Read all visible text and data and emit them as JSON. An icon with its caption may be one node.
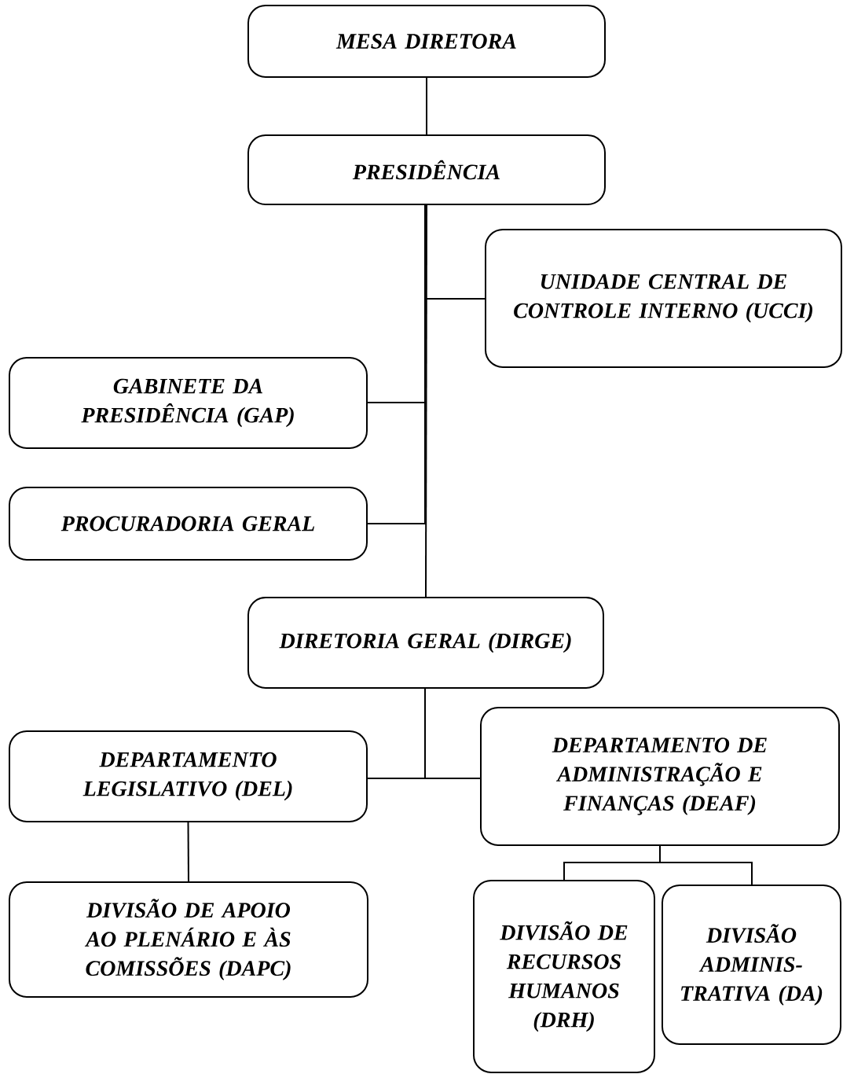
{
  "diagram": {
    "nodes": [
      {
        "text": [
          "MESA DIRETORA"
        ]
      },
      {
        "text": [
          "PRESIDÊNCIA"
        ]
      },
      {
        "text": [
          "UNIDADE CENTRAL DE CONTROLE INTERNO (UCCI)"
        ]
      },
      {
        "text": [
          "GABINETE DA PRESIDÊNCIA (GAP)"
        ]
      },
      {
        "text": [
          "PROCURADORIA GERAL"
        ]
      },
      {
        "text": [
          "DIRETORIA GERAL (DIRGE)"
        ]
      },
      {
        "text": [
          "DEPARTAMENTO LEGISLATIVO (DEL)"
        ]
      },
      {
        "text": [
          "DEPARTAMENTO DE ADMINISTRAÇÃO E FINANÇAS (DEAF)"
        ]
      },
      {
        "text": [
          "DIVISÃO DE APOIO AO PLENÁRIO E ÀS COMISSÕES (DAPC)"
        ]
      },
      {
        "text": [
          "DIVISÃO DE RECURSOS HUMANOS (DRH)"
        ]
      },
      {
        "text": [
          "DIVISÃO ADMINIS- TRATIVA (DA)"
        ]
      }
    ],
    "edges": [
      {
        "from": 0,
        "to": 1,
        "arrow": "none"
      },
      {
        "from": 1,
        "to": 2,
        "arrow": "none"
      },
      {
        "from": 1,
        "to": 3,
        "arrow": "none"
      },
      {
        "from": 1,
        "to": 4,
        "arrow": "none"
      },
      {
        "from": 1,
        "to": 5,
        "arrow": "none"
      },
      {
        "from": 5,
        "to": 6,
        "arrow": "none"
      },
      {
        "from": 5,
        "to": 7,
        "arrow": "none"
      },
      {
        "from": 6,
        "to": 8,
        "arrow": "none"
      },
      {
        "from": 7,
        "to": 9,
        "arrow": "none"
      },
      {
        "from": 7,
        "to": 10,
        "arrow": "none"
      }
    ]
  }
}
